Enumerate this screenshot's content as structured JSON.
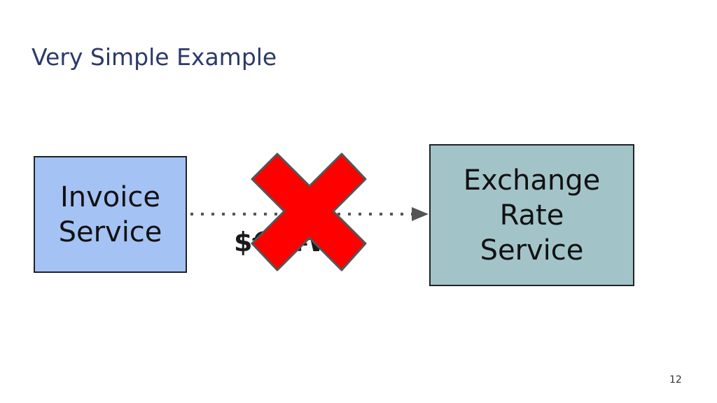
{
  "slide": {
    "title": "Very Simple Example",
    "page_number": "12"
  },
  "diagram": {
    "source_box": {
      "label": "Invoice\nService",
      "color": "#a4c2f4"
    },
    "target_box": {
      "label": "Exchange\nRate\nService",
      "color": "#a2c4c9"
    },
    "connector": {
      "style": "dotted",
      "arrow": "toward-target",
      "label": "$€£¥₩"
    },
    "cross_mark": {
      "icon": "red-x-icon",
      "color": "#ff0000"
    }
  }
}
